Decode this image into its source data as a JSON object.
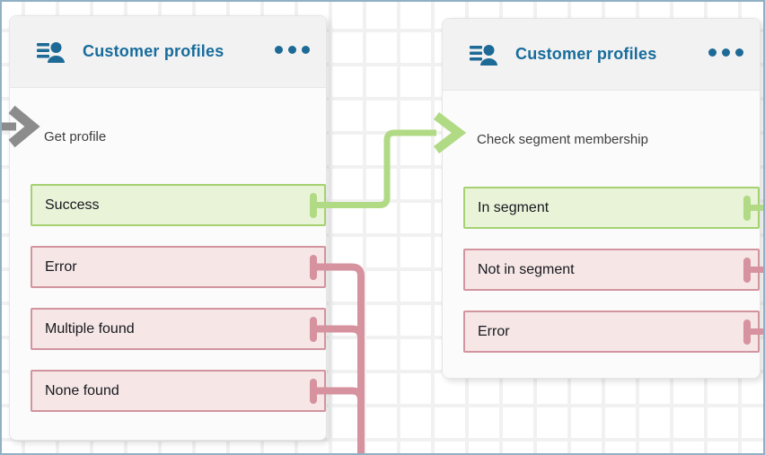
{
  "canvas": {
    "background": "#ffffff",
    "grid_color": "#f1f1f1",
    "frame_color": "#90b1c3"
  },
  "colors": {
    "title_blue": "#176c9c",
    "success_fill": "#e9f3d8",
    "success_border": "#a5d171",
    "success_connector": "#b1da85",
    "error_fill": "#f6e6e6",
    "error_border": "#d2949e",
    "error_connector": "#d6929e",
    "entry_arrow_gray": "#8c8c8c"
  },
  "nodes": [
    {
      "title": "Customer profiles",
      "icon": "customer-profiles-icon",
      "menu_icon": "ellipsis-menu-icon",
      "step_label": "Get profile",
      "branches": [
        {
          "label": "Success",
          "status": "success"
        },
        {
          "label": "Error",
          "status": "error"
        },
        {
          "label": "Multiple found",
          "status": "error"
        },
        {
          "label": "None found",
          "status": "error"
        }
      ]
    },
    {
      "title": "Customer profiles",
      "icon": "customer-profiles-icon",
      "menu_icon": "ellipsis-menu-icon",
      "step_label": "Check segment membership",
      "branches": [
        {
          "label": "In segment",
          "status": "success"
        },
        {
          "label": "Not in segment",
          "status": "error"
        },
        {
          "label": "Error",
          "status": "error"
        }
      ]
    }
  ],
  "connections": [
    {
      "from": "Get profile / Success",
      "to": "Check segment membership",
      "color": "green"
    },
    {
      "from": "Get profile / Error",
      "to": "offscreen-bottom",
      "color": "pink"
    },
    {
      "from": "Get profile / Multiple found",
      "to": "offscreen-bottom",
      "color": "pink"
    },
    {
      "from": "Get profile / None found",
      "to": "offscreen-bottom",
      "color": "pink"
    },
    {
      "from": "entry",
      "to": "Get profile",
      "color": "gray"
    },
    {
      "from": "Check segment membership / In segment",
      "to": "offscreen-right",
      "color": "green"
    },
    {
      "from": "Check segment membership / Not in segment",
      "to": "offscreen-right",
      "color": "pink"
    },
    {
      "from": "Check segment membership / Error",
      "to": "offscreen-right",
      "color": "pink"
    }
  ]
}
